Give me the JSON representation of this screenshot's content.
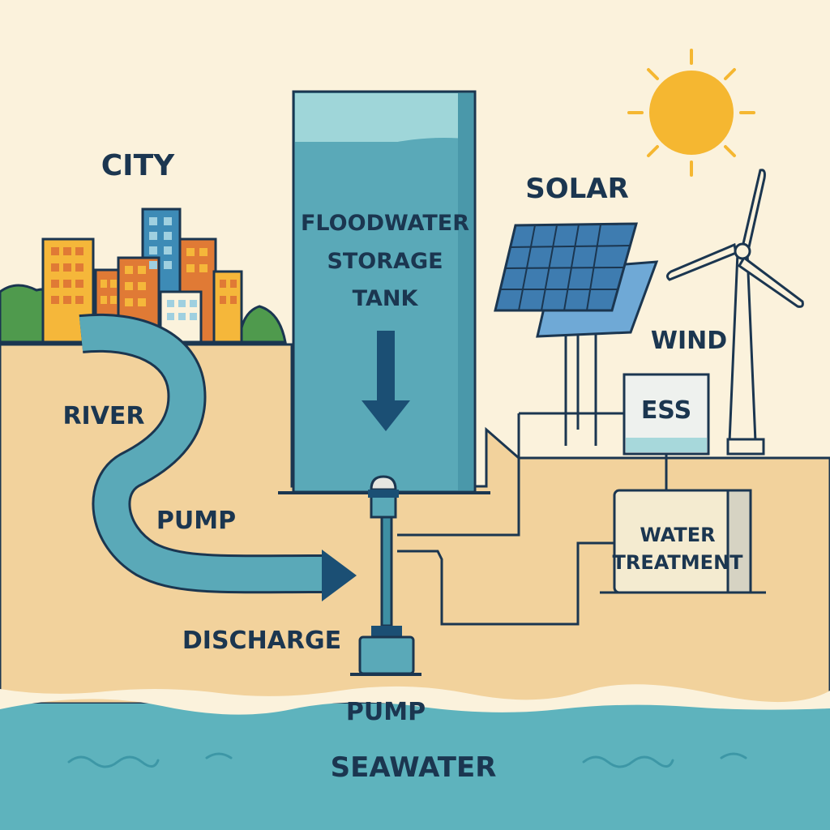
{
  "labels": {
    "city": "CITY",
    "solar": "SOLAR",
    "tank_line1": "FLOODWATER",
    "tank_line2": "STORAGE",
    "tank_line3": "TANK",
    "river": "RIVER",
    "pump_river": "PUMP",
    "wind": "WIND",
    "ess": "ESS",
    "treatment_line1": "WATER",
    "treatment_line2": "TREATMENT",
    "discharge": "DISCHARGE",
    "pump_sea": "PUMP",
    "seawater": "SEAWATER"
  },
  "colors": {
    "sky": "#fbf2dc",
    "ground": "#f2d29c",
    "sea": "#5eb3bd",
    "tank": "#5aa9b8",
    "outline": "#1b3650",
    "sun": "#f5b731"
  }
}
